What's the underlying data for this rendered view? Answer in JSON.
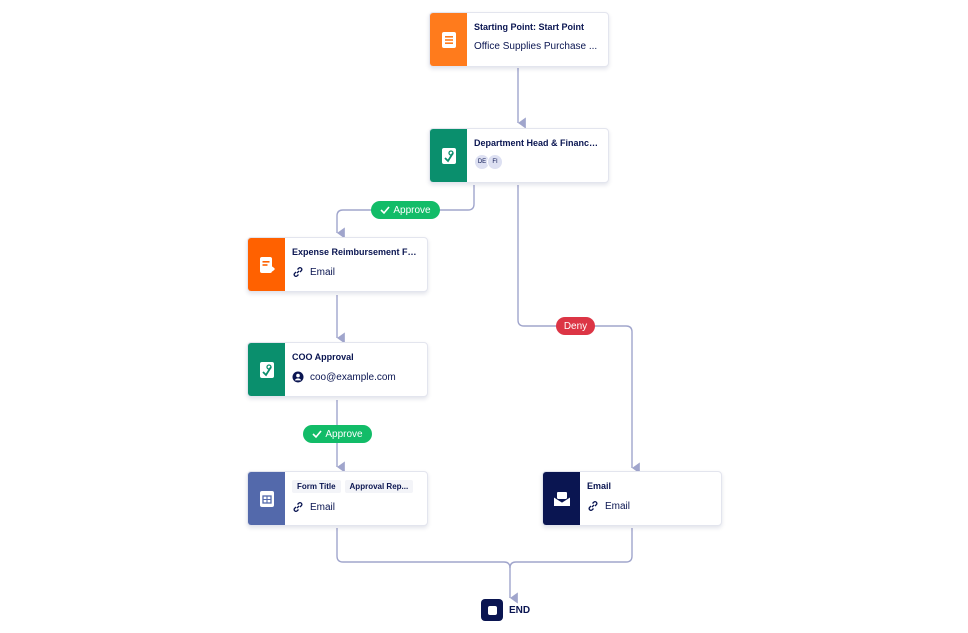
{
  "colors": {
    "connector": "#a0a5cc",
    "orange": "#ff7b1c",
    "orange_deep": "#ff6100",
    "teal": "#0a8f6d",
    "purple": "#5369ab",
    "navy": "#0a1551",
    "approve": "#12bc68",
    "deny": "#dc3545"
  },
  "nodes": {
    "start": {
      "title": "Starting Point: Start Point",
      "sub": "Office Supplies Purchase ...",
      "icon": "document-icon"
    },
    "dept": {
      "title": "Department Head & Finance ...",
      "avatars": [
        "DE",
        "FI"
      ],
      "icon": "approval-icon"
    },
    "expense": {
      "title": "Expense Reimbursement Form",
      "sub": "Email",
      "icon": "form-share-icon"
    },
    "coo": {
      "title": "COO Approval",
      "sub": "coo@example.com",
      "icon": "approval-icon"
    },
    "pdf": {
      "tag1": "Form Title",
      "tag2": "Approval Rep...",
      "sub": "Email",
      "icon": "table-document-icon"
    },
    "email": {
      "title": "Email",
      "sub": "Email",
      "icon": "envelope-icon"
    }
  },
  "branches": {
    "approve1": "Approve",
    "deny": "Deny",
    "approve2": "Approve"
  },
  "end": {
    "label": "END"
  }
}
